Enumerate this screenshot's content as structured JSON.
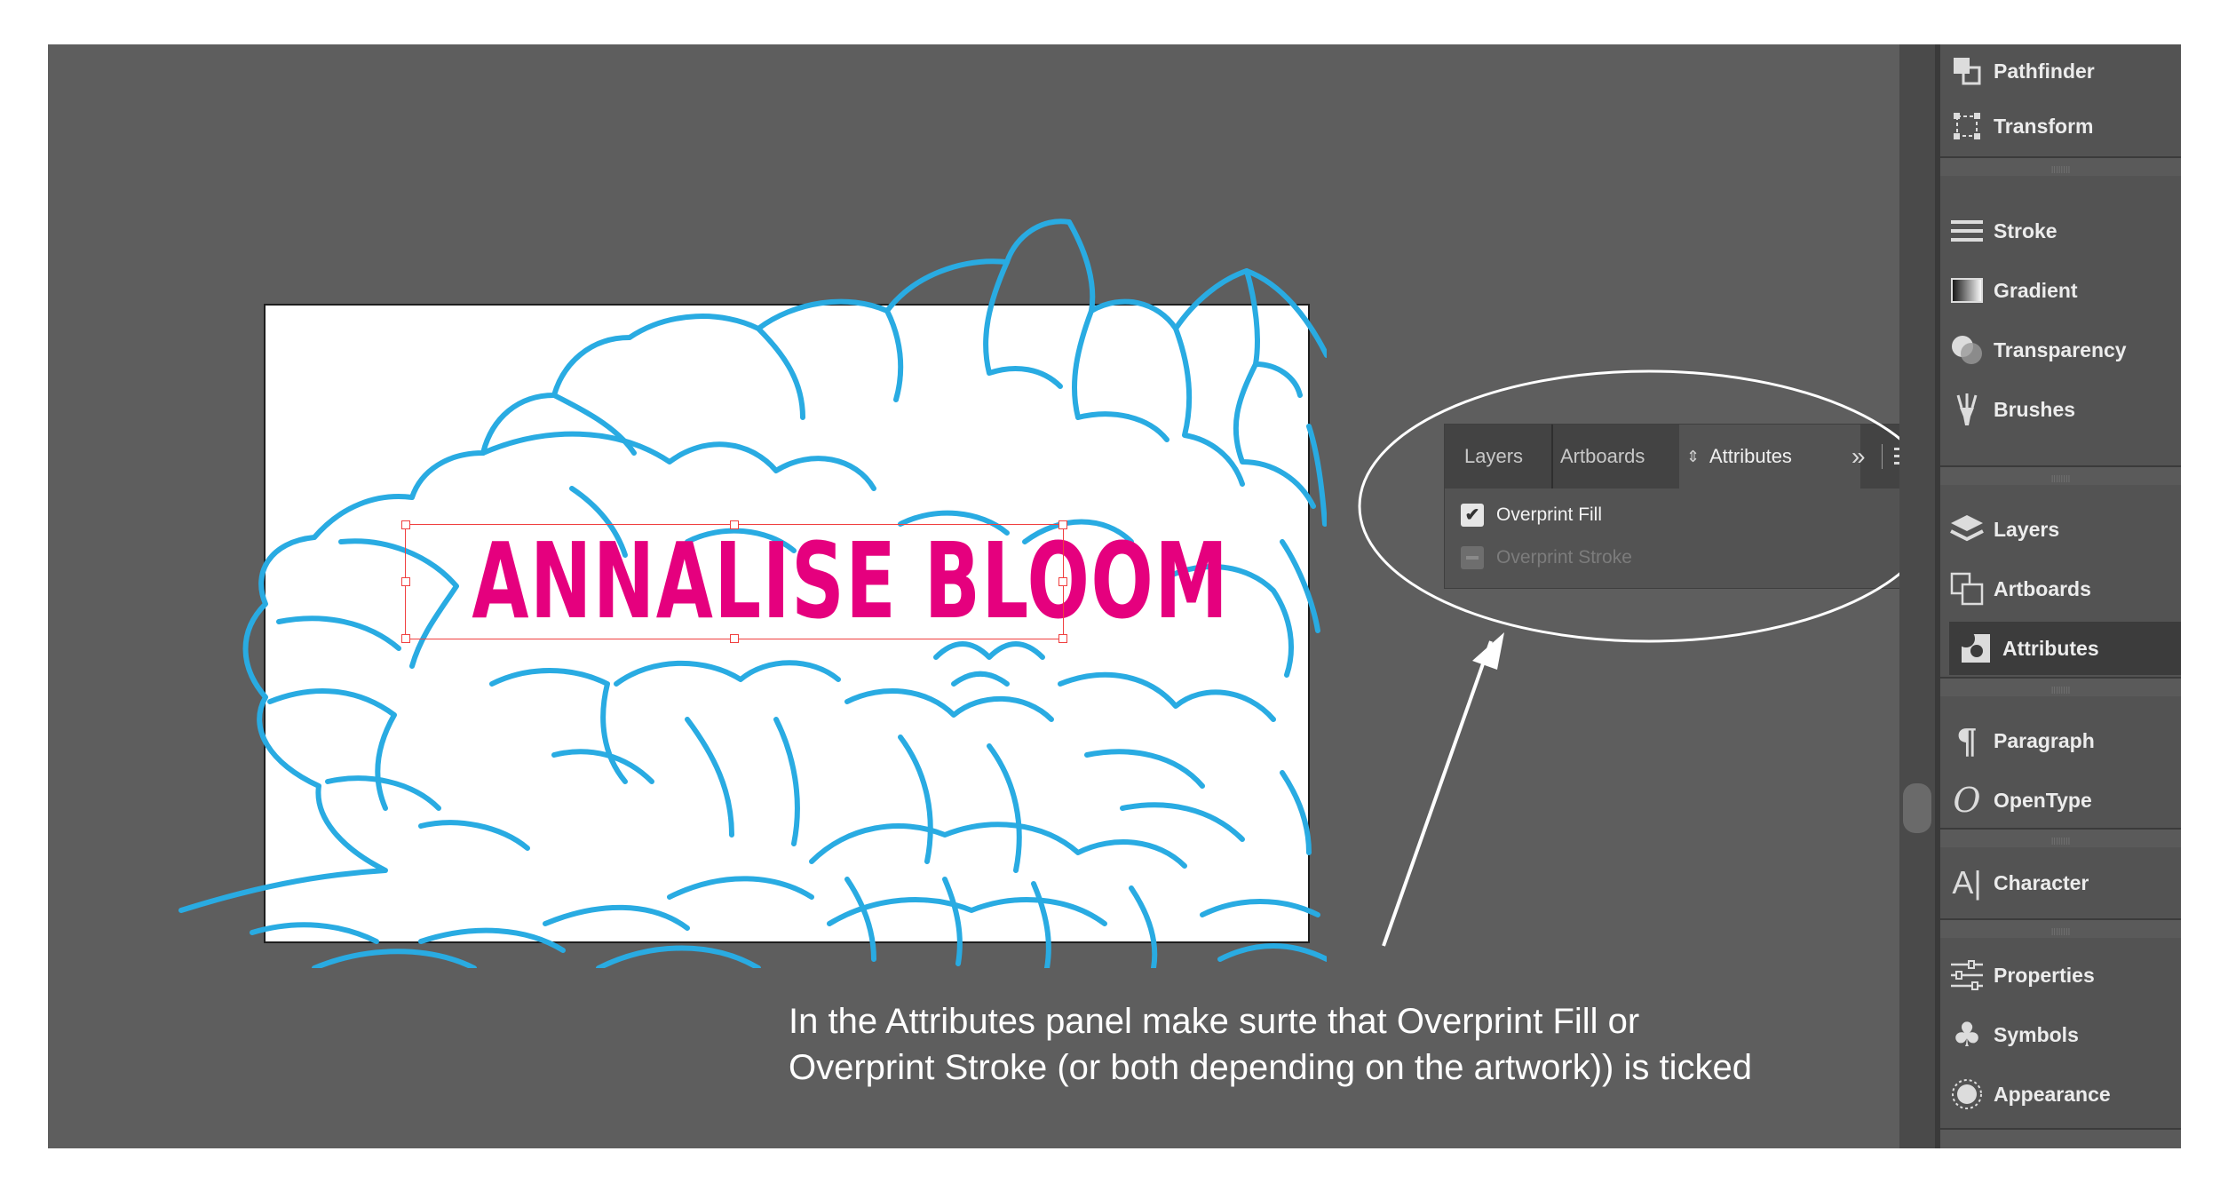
{
  "artwork": {
    "text": "ANNALISE BLOOM",
    "text_color": "#e5007e",
    "line_color": "#29abe2"
  },
  "attributes_panel": {
    "tabs": [
      "Layers",
      "Artboards",
      "Attributes"
    ],
    "active_tab": "Attributes",
    "more_glyph": "»",
    "overprint_fill": {
      "label": "Overprint Fill",
      "checked": true
    },
    "overprint_stroke": {
      "label": "Overprint Stroke",
      "checked": false,
      "disabled": true
    }
  },
  "caption": {
    "line1": "In the Attributes panel make surte that Overprint Fill or",
    "line2": "Overprint Stroke (or both depending on the artwork)) is ticked"
  },
  "dock": {
    "pathfinder": "Pathfinder",
    "transform": "Transform",
    "stroke": "Stroke",
    "gradient": "Gradient",
    "transparency": "Transparency",
    "brushes": "Brushes",
    "layers": "Layers",
    "artboards": "Artboards",
    "attributes": "Attributes",
    "paragraph": "Paragraph",
    "opentype": "OpenType",
    "character": "Character",
    "properties": "Properties",
    "symbols": "Symbols",
    "appearance": "Appearance",
    "active_item": "Attributes"
  },
  "colors": {
    "workspace": "#5e5e5e",
    "panel": "#535353",
    "selection": "#f04040",
    "annotation": "#ffffff"
  }
}
